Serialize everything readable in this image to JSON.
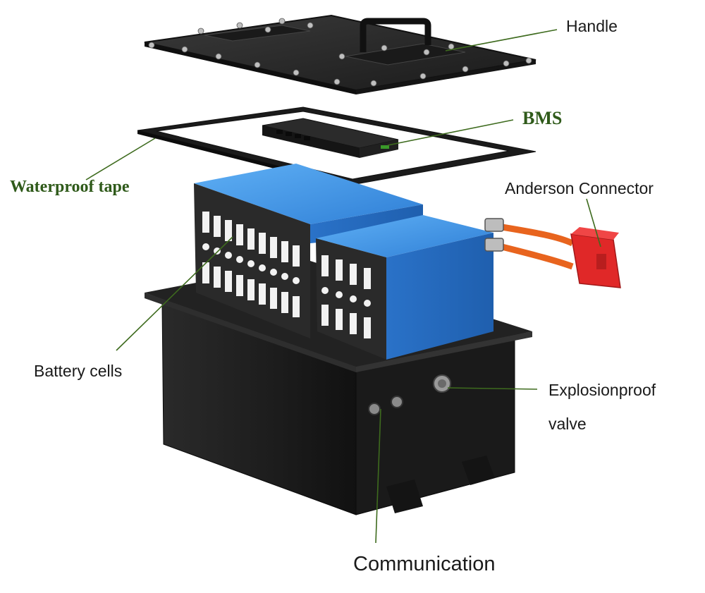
{
  "labels": {
    "handle": "Handle",
    "bms": "BMS",
    "waterproof_tape": "Waterproof tape",
    "anderson_connector": "Anderson Connector",
    "battery_cells": "Battery cells",
    "explosionproof_line1": "Explosionproof",
    "explosionproof_line2": "valve",
    "communication": "Communication"
  },
  "colors": {
    "leader_line": "#3e6b1e",
    "cell_blue": "#2f7fd6",
    "case_black": "#1f1f1f",
    "connector_red": "#e02828",
    "cable_orange": "#e8641e",
    "serif_label": "#2f5a1a"
  }
}
